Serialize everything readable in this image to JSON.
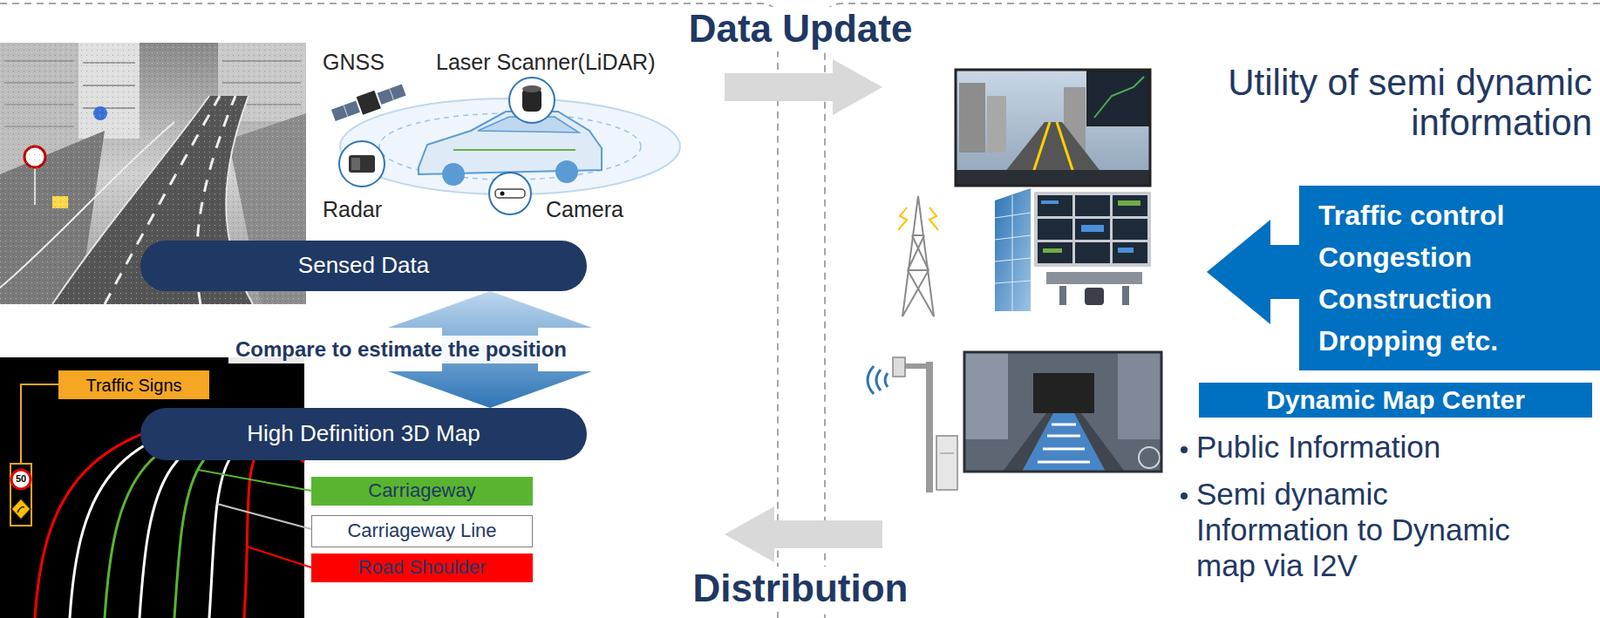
{
  "diagram": {
    "nodes": [
      {
        "text": [
          "Sensed Data"
        ]
      },
      {
        "text": [
          "High Definition 3D Map"
        ]
      },
      {
        "text": [
          "Traffic Signs"
        ]
      },
      {
        "text": [
          "Carriageway"
        ]
      },
      {
        "text": [
          "Carriageway Line"
        ]
      },
      {
        "text": [
          "Road Shoulder"
        ]
      },
      {
        "text": [
          "Traffic control Congestion Construction Dropping etc."
        ]
      },
      {
        "text": [
          "Dynamic Map Center"
        ]
      }
    ],
    "edges": [
      {
        "from": 0,
        "to": 1,
        "arrow": "both",
        "label": "Compare to estimate the position"
      }
    ],
    "labels": [
      "GNSS",
      "Laser Scanner(LiDAR)",
      "Radar",
      "Camera",
      "50",
      "Data Update",
      "Distribution",
      "Utility of semi dynamic information",
      "Public Information",
      "Semi dynamic Information to Dynamic map via I2V"
    ]
  }
}
